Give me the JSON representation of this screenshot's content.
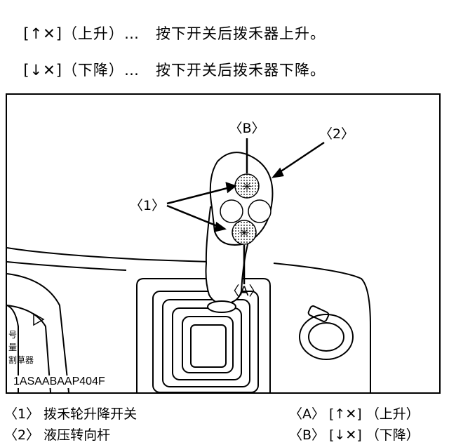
{
  "instructions": [
    {
      "key": "[↑✕]",
      "name": "（上升）",
      "dots": "…",
      "desc": "按下开关后拨禾器上升。"
    },
    {
      "key": "[↓✕]",
      "name": "（下降）",
      "dots": "…",
      "desc": "按下开关后拨禾器下降。"
    }
  ],
  "figure": {
    "code": "1ASAABAAP404F",
    "callouts": {
      "one": "〈1〉",
      "two": "〈2〉",
      "a": "〈A〉",
      "b": "〈B〉"
    },
    "panel_text": [
      "号",
      "量",
      "割草器"
    ]
  },
  "legend": {
    "item1": "〈1〉 拨禾轮升降开关",
    "item2": "〈2〉 液压转向杆",
    "itemA": "〈A〉 [↑✕] （上升）",
    "itemB": "〈B〉 [↓✕] （下降）"
  }
}
